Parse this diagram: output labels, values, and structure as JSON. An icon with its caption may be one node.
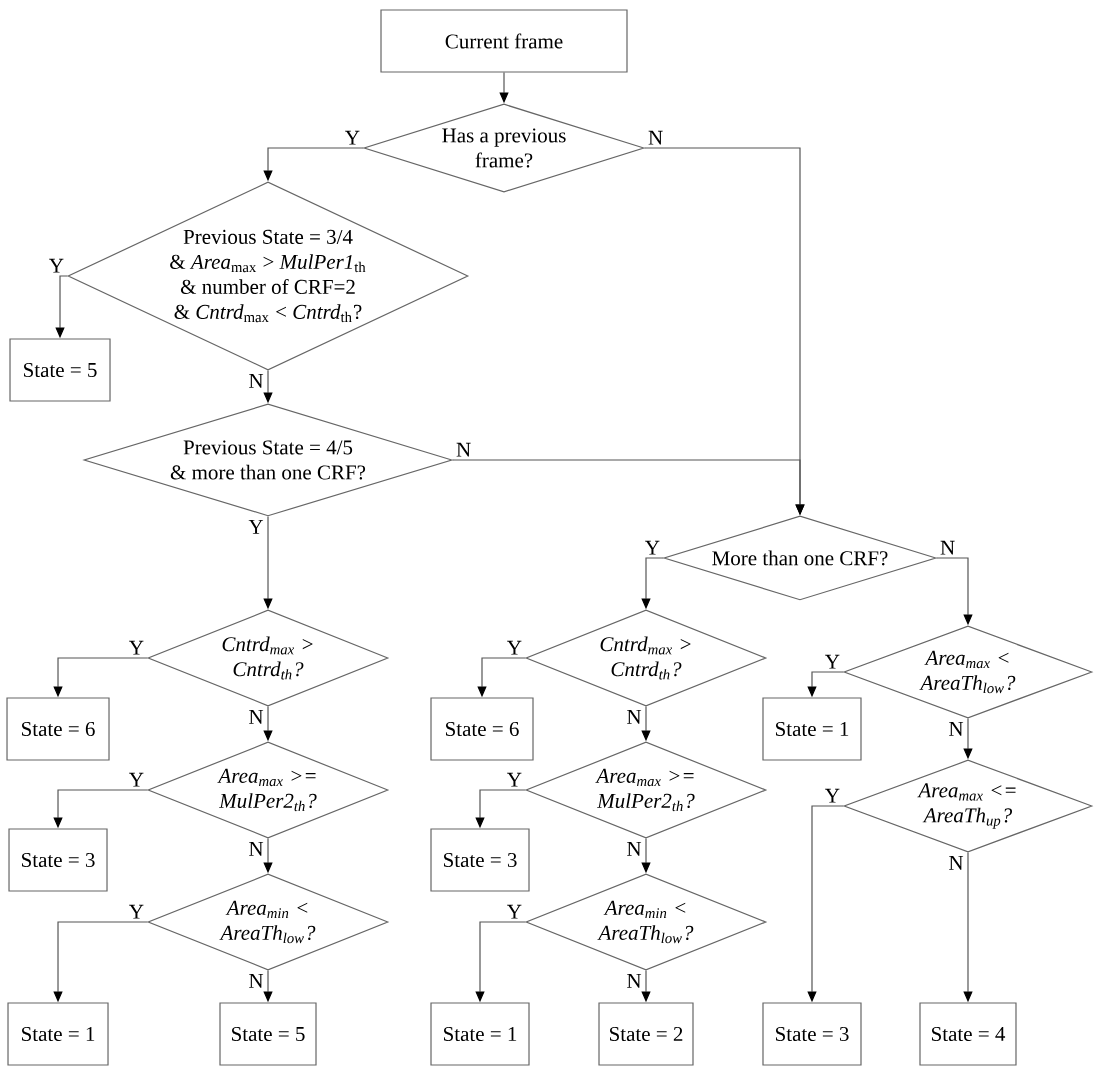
{
  "diagram": {
    "nodes": [
      {
        "text": [
          "Current frame"
        ]
      },
      {
        "text": [
          "Has a previous frame?"
        ]
      },
      {
        "text": [
          "Previous State = 3/4 & *Area*$_{max}$ > *MulPer1*$_{th}$ & number of CRF=2 & *Cntrd*$_{max}$ < *Cntrd*$_{th}$?"
        ]
      },
      {
        "text": [
          "State = 5"
        ]
      },
      {
        "text": [
          "Previous State = 4/5 & more than one CRF?"
        ]
      },
      {
        "text": [
          "More than one CRF?"
        ]
      },
      {
        "text": [
          "Cntrd$_{max}$ > Cntrd$_{th}$?"
        ]
      },
      {
        "text": [
          "State = 6"
        ]
      },
      {
        "text": [
          "Area$_{max}$ >= MulPer2$_{th}$?"
        ]
      },
      {
        "text": [
          "State = 3"
        ]
      },
      {
        "text": [
          "Area$_{min}$ < AreaTh$_{low}$?"
        ]
      },
      {
        "text": [
          "State = 1"
        ]
      },
      {
        "text": [
          "State = 5"
        ]
      },
      {
        "text": [
          "Cntrd$_{max}$ > Cntrd$_{th}$?"
        ]
      },
      {
        "text": [
          "State = 6"
        ]
      },
      {
        "text": [
          "Area$_{max}$ >= MulPer2$_{th}$?"
        ]
      },
      {
        "text": [
          "State = 3"
        ]
      },
      {
        "text": [
          "Area$_{min}$ < AreaTh$_{low}$?"
        ]
      },
      {
        "text": [
          "State = 1"
        ]
      },
      {
        "text": [
          "State = 2"
        ]
      },
      {
        "text": [
          "Area$_{max}$ < AreaTh$_{low}$?"
        ]
      },
      {
        "text": [
          "State = 1"
        ]
      },
      {
        "text": [
          "Area$_{max}$ <= AreaTh$_{up}$?"
        ]
      },
      {
        "text": [
          "State = 3"
        ]
      },
      {
        "text": [
          "State = 4"
        ]
      }
    ],
    "edges": [
      {
        "from": 0,
        "to": 1,
        "arrow": "to"
      },
      {
        "from": 1,
        "to": 2,
        "arrow": "to",
        "label": "Y"
      },
      {
        "from": 1,
        "to": 5,
        "arrow": "to",
        "label": "N"
      },
      {
        "from": 2,
        "to": 3,
        "arrow": "to",
        "label": "Y"
      },
      {
        "from": 2,
        "to": 4,
        "arrow": "to",
        "label": "N"
      },
      {
        "from": 4,
        "to": 6,
        "arrow": "to",
        "label": "Y"
      },
      {
        "from": 4,
        "to": 5,
        "arrow": "to",
        "label": "N"
      },
      {
        "from": 5,
        "to": 13,
        "arrow": "to",
        "label": "Y"
      },
      {
        "from": 5,
        "to": 20,
        "arrow": "to",
        "label": "N"
      },
      {
        "from": 6,
        "to": 7,
        "arrow": "to",
        "label": "Y"
      },
      {
        "from": 6,
        "to": 8,
        "arrow": "to",
        "label": "N"
      },
      {
        "from": 8,
        "to": 9,
        "arrow": "to",
        "label": "Y"
      },
      {
        "from": 8,
        "to": 10,
        "arrow": "to",
        "label": "N"
      },
      {
        "from": 10,
        "to": 11,
        "arrow": "to",
        "label": "Y"
      },
      {
        "from": 10,
        "to": 12,
        "arrow": "to",
        "label": "N"
      },
      {
        "from": 13,
        "to": 14,
        "arrow": "to",
        "label": "Y"
      },
      {
        "from": 13,
        "to": 15,
        "arrow": "to",
        "label": "N"
      },
      {
        "from": 15,
        "to": 16,
        "arrow": "to",
        "label": "Y"
      },
      {
        "from": 15,
        "to": 17,
        "arrow": "to",
        "label": "N"
      },
      {
        "from": 17,
        "to": 18,
        "arrow": "to",
        "label": "Y"
      },
      {
        "from": 17,
        "to": 19,
        "arrow": "to",
        "label": "N"
      },
      {
        "from": 20,
        "to": 21,
        "arrow": "to",
        "label": "Y"
      },
      {
        "from": 20,
        "to": 22,
        "arrow": "to",
        "label": "N"
      },
      {
        "from": 22,
        "to": 23,
        "arrow": "to",
        "label": "Y"
      },
      {
        "from": 22,
        "to": 24,
        "arrow": "to",
        "label": "N"
      }
    ]
  }
}
